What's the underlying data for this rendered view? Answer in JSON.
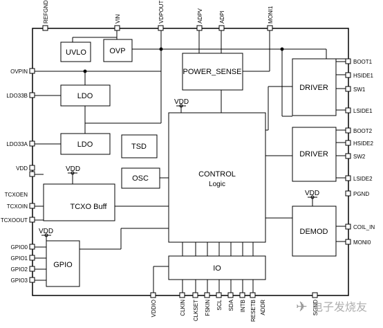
{
  "diagram": {
    "top_pins": {
      "refgnd": "REFGND",
      "vin": "VIN",
      "vdpout": "VDPOUT",
      "adpv": "ADPV",
      "adpi": "ADPI",
      "moni1": "MONI1"
    },
    "left_pins": {
      "ovpin": "OVPIN",
      "ldo33b": "LDO33B",
      "ldo33a": "LDO33A",
      "vdd": "VDD",
      "tcxoen": "TCXOEN",
      "tcxoin": "TCXOIN",
      "tcxoout": "TCXOOUT",
      "gpio0": "GPIO0",
      "gpio1": "GPIO1",
      "gpio2": "GPIO2",
      "gpio3": "GPIO3"
    },
    "right_pins": {
      "boot1": "BOOT1",
      "hside1": "HSIDE1",
      "sw1": "SW1",
      "lside1": "LSIDE1",
      "boot2": "BOOT2",
      "hside2": "HSIDE2",
      "sw2": "SW2",
      "lside2": "LSIDE2",
      "pgnd": "PGND",
      "coil_in": "COIL_IN",
      "moni0": "MONI0"
    },
    "bottom_pins": {
      "vddio": "VDDIO",
      "clkin": "CLKIN",
      "clkset": "CLKSET",
      "fskin": "FSKIN",
      "scl": "SCL",
      "sda": "SDA",
      "intb": "INTB",
      "resetb": "RESETB",
      "addr": "ADDR",
      "sgnd": "SGND"
    },
    "blocks": {
      "uvlo": "UVLO",
      "ovp": "OVP",
      "power_sense": "POWER_SENSE",
      "ldo_b": "LDO",
      "ldo_a": "LDO",
      "tsd": "TSD",
      "osc": "OSC",
      "control": "CONTROL",
      "control_sub": "Logic",
      "tcxo": "TCXO Buff",
      "gpio": "GPIO",
      "io": "IO",
      "driver1": "DRIVER",
      "driver2": "DRIVER",
      "demod": "DEMOD"
    },
    "vdd_labels": {
      "control": "VDD",
      "tcxo": "VDD",
      "gpio": "VDD",
      "demod": "VDD"
    },
    "watermark": "电子发烧友"
  }
}
